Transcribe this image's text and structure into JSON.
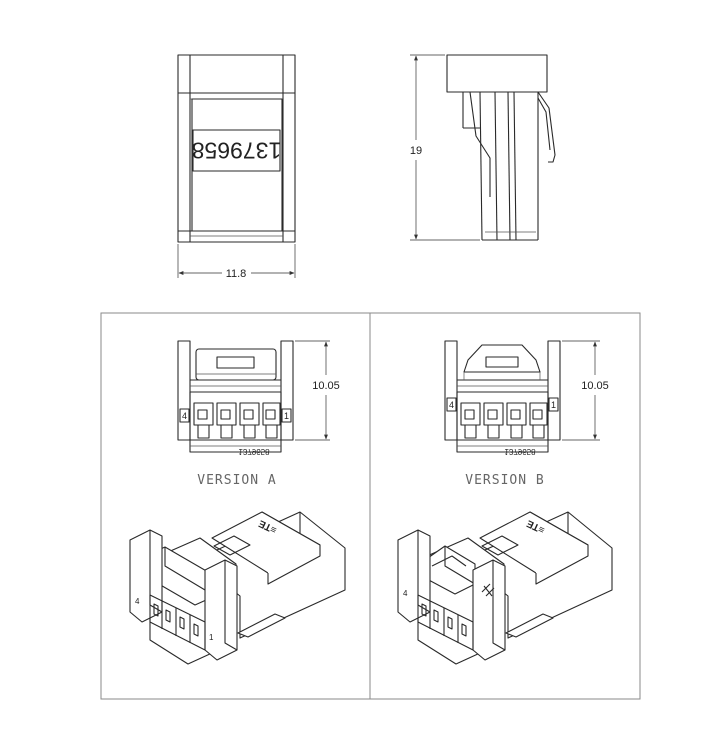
{
  "dimensions": {
    "top_width": "11.8",
    "top_height": "19",
    "version_a_height": "10.05",
    "version_b_height": "10.05"
  },
  "part_number": "1379658",
  "captions": {
    "version_a": "VERSION A",
    "version_b": "VERSION B"
  },
  "pin_labels": {
    "left": "4",
    "right": "1"
  },
  "logo": "≡TE"
}
